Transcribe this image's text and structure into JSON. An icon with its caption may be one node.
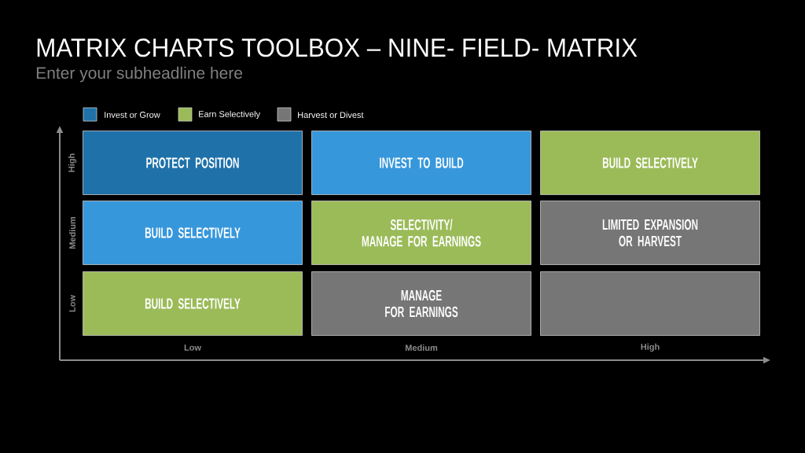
{
  "diagram": {
    "title": "MATRIX CHARTS TOOLBOX – NINE- FIELD- MATRIX",
    "nodes": [
      {
        "text": [
          "PROTECT POSITION"
        ]
      },
      {
        "text": [
          "INVEST TO BUILD"
        ]
      },
      {
        "text": [
          "BUILD SELECTIVELY"
        ]
      },
      {
        "text": [
          "BUILD SELECTIVELY"
        ]
      },
      {
        "text": [
          "SELECTIVITY/ MANAGE FOR EARNINGS"
        ]
      },
      {
        "text": [
          "LIMITED EXPANSION OR HARVEST"
        ]
      },
      {
        "text": [
          "BUILD SELECTIVELY"
        ]
      },
      {
        "text": [
          "MANAGE FOR EARNINGS"
        ]
      },
      {
        "text": [],
        "shape": "box"
      }
    ],
    "labels": [
      "Enter your subheadline here",
      "High",
      "Medium",
      "Low",
      "Low",
      "Medium",
      "High"
    ],
    "legend": [
      {
        "text": "Invest or Grow",
        "color": "#1f71aa"
      },
      {
        "text": "Earn Selectively",
        "color": "#9bbb59"
      },
      {
        "text": "Harvest or Divest",
        "color": "#767676"
      }
    ]
  }
}
